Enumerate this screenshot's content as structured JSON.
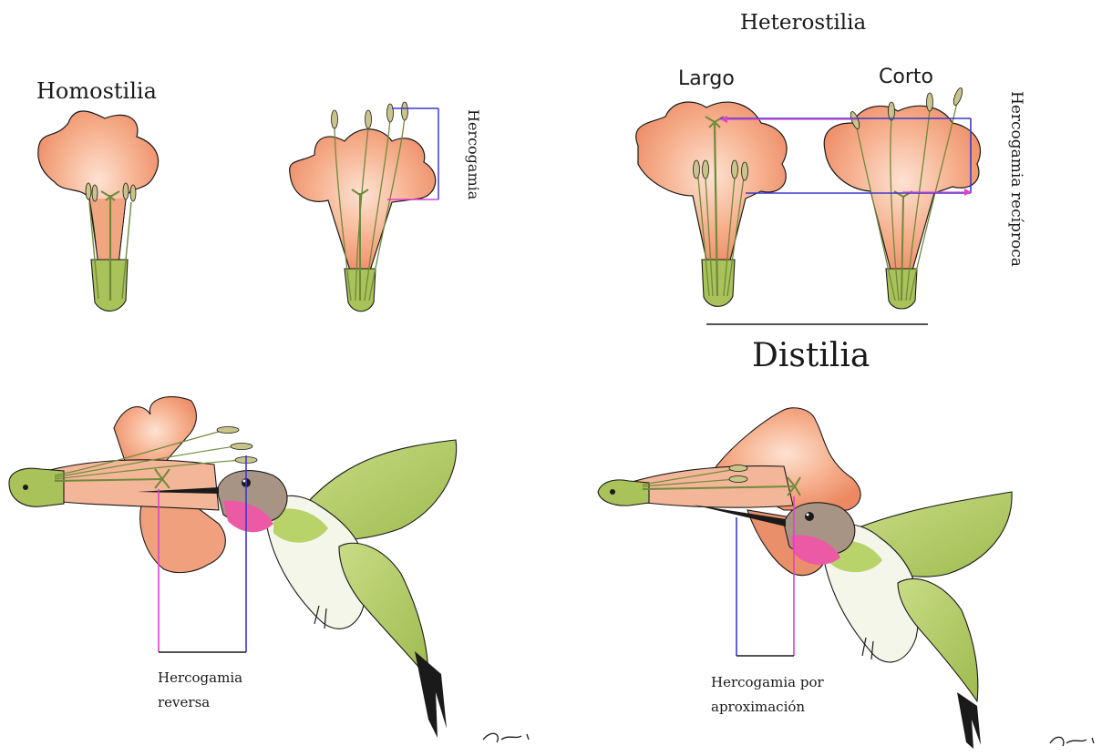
{
  "titles": {
    "homostilia": "Homostilia",
    "heterostilia": "Heterostilia",
    "distilia": "Distilia"
  },
  "labels": {
    "largo": "Largo",
    "corto": "Corto",
    "hercogamia": "Hercogamia",
    "hercogamia_reciproca": "Hercogamia recíproca",
    "hercogamia_reversa_line1": "Hercogamia",
    "hercogamia_reversa_line2": "reversa",
    "hercogamia_aprox_line1": "Hercogamia por",
    "hercogamia_aprox_line2": "aproximación"
  },
  "colors": {
    "petal": "#f3a07c",
    "petal_dark": "#e27a52",
    "calyx": "#a9c25a",
    "filament": "#6f8a3a",
    "anther": "#c9c48a",
    "hummingbird_green": "#b9d36b",
    "hummingbird_throat": "#ec5aa6",
    "hummingbird_head": "#a89484",
    "magenta_line": "#e040d0",
    "blue_line": "#3a3acb",
    "ink": "#1a1a1a"
  }
}
